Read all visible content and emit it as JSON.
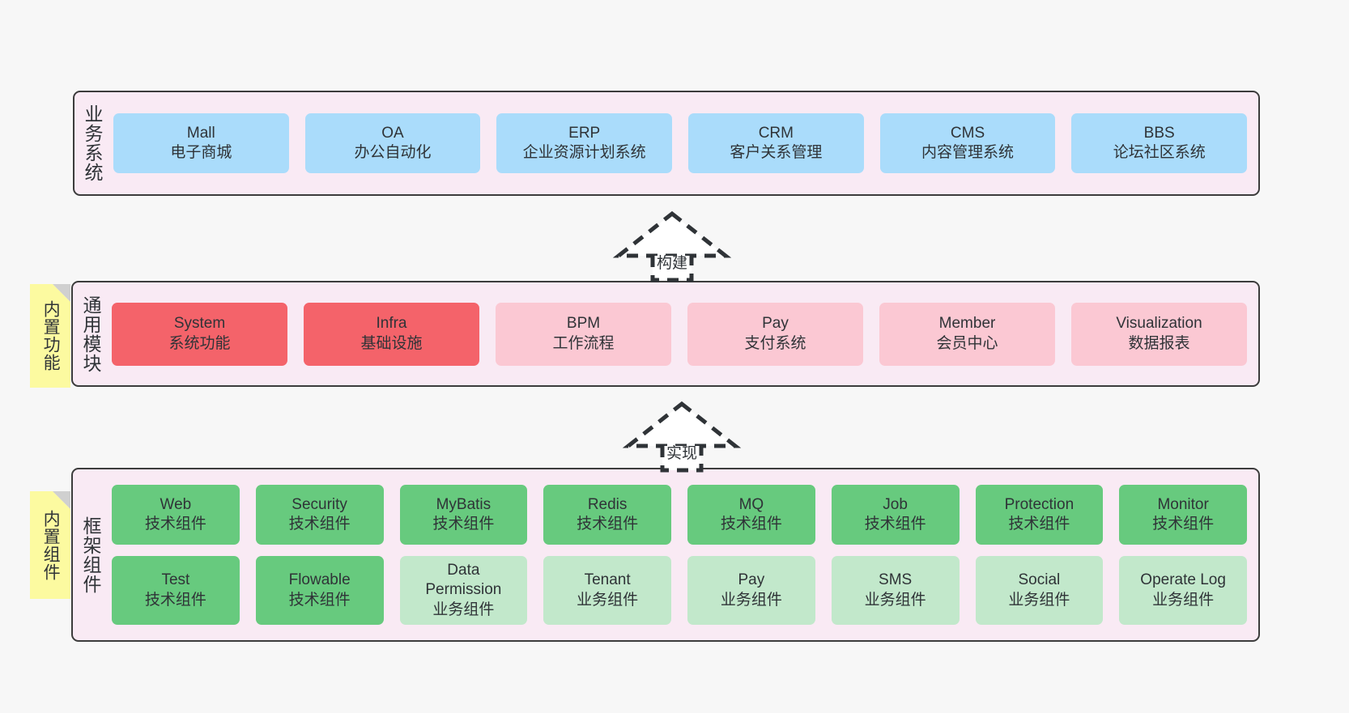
{
  "diagram": {
    "background_color": "#f7f7f7",
    "layer_fill": "#f9eaf4",
    "layer_border": "#3c3c3c",
    "note_color": "#fcfaa0",
    "palette": {
      "business": "#aadcfb",
      "module_core": "#f4636a",
      "module_optional": "#fbc8d3",
      "tech_component": "#67ca7e",
      "business_component": "#c2e8cb"
    }
  },
  "layers": [
    {
      "id": "business-systems",
      "title": "业务系统",
      "rows": [
        [
          {
            "name": "Mall",
            "sub": "电子商城",
            "color": "blue"
          },
          {
            "name": "OA",
            "sub": "办公自动化",
            "color": "blue"
          },
          {
            "name": "ERP",
            "sub": "企业资源计划系统",
            "color": "blue"
          },
          {
            "name": "CRM",
            "sub": "客户关系管理",
            "color": "blue"
          },
          {
            "name": "CMS",
            "sub": "内容管理系统",
            "color": "blue"
          },
          {
            "name": "BBS",
            "sub": "论坛社区系统",
            "color": "blue"
          }
        ]
      ]
    },
    {
      "id": "common-modules",
      "title": "通用模块",
      "note": "内置功能",
      "rows": [
        [
          {
            "name": "System",
            "sub": "系统功能",
            "color": "red"
          },
          {
            "name": "Infra",
            "sub": "基础设施",
            "color": "red"
          },
          {
            "name": "BPM",
            "sub": "工作流程",
            "color": "pink"
          },
          {
            "name": "Pay",
            "sub": "支付系统",
            "color": "pink"
          },
          {
            "name": "Member",
            "sub": "会员中心",
            "color": "pink"
          },
          {
            "name": "Visualization",
            "sub": "数据报表",
            "color": "pink"
          }
        ]
      ]
    },
    {
      "id": "framework-components",
      "title": "框架组件",
      "note": "内置组件",
      "rows": [
        [
          {
            "name": "Web",
            "sub": "技术组件",
            "color": "green"
          },
          {
            "name": "Security",
            "sub": "技术组件",
            "color": "green"
          },
          {
            "name": "MyBatis",
            "sub": "技术组件",
            "color": "green"
          },
          {
            "name": "Redis",
            "sub": "技术组件",
            "color": "green"
          },
          {
            "name": "MQ",
            "sub": "技术组件",
            "color": "green"
          },
          {
            "name": "Job",
            "sub": "技术组件",
            "color": "green"
          },
          {
            "name": "Protection",
            "sub": "技术组件",
            "color": "green"
          },
          {
            "name": "Monitor",
            "sub": "技术组件",
            "color": "green"
          }
        ],
        [
          {
            "name": "Test",
            "sub": "技术组件",
            "color": "green"
          },
          {
            "name": "Flowable",
            "sub": "技术组件",
            "color": "green"
          },
          {
            "name": "Data\nPermission",
            "sub": "业务组件",
            "color": "green-light"
          },
          {
            "name": "Tenant",
            "sub": "业务组件",
            "color": "green-light"
          },
          {
            "name": "Pay",
            "sub": "业务组件",
            "color": "green-light"
          },
          {
            "name": "SMS",
            "sub": "业务组件",
            "color": "green-light"
          },
          {
            "name": "Social",
            "sub": "业务组件",
            "color": "green-light"
          },
          {
            "name": "Operate Log",
            "sub": "业务组件",
            "color": "green-light"
          }
        ]
      ]
    }
  ],
  "connectors": [
    {
      "id": "build",
      "label": "构建",
      "from": "common-modules",
      "to": "business-systems",
      "style": "dashed-generalization"
    },
    {
      "id": "implement",
      "label": "实现",
      "from": "framework-components",
      "to": "common-modules",
      "style": "dashed-generalization"
    }
  ]
}
